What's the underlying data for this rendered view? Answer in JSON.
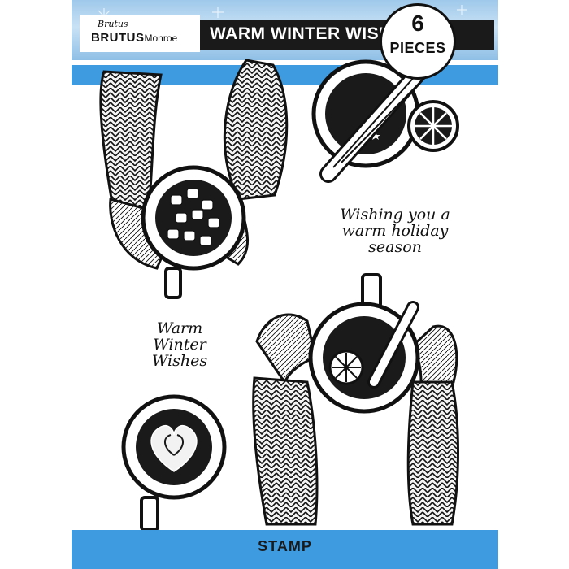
{
  "brand": {
    "signature": "Brutus",
    "name_main": "BRUTUS",
    "name_sub": "Monroe"
  },
  "product": {
    "title": "WARM WINTER WISHES"
  },
  "badge": {
    "count": "6",
    "label": "PIECES"
  },
  "stamps": {
    "sentiment_1": "Wishing you a warm holiday season",
    "sentiment_2": "Warm Winter Wishes"
  },
  "footer": {
    "label": "STAMP"
  },
  "colors": {
    "band_blue": "#3e9be0",
    "header_black": "#1a1a1a",
    "ink": "#111111"
  }
}
